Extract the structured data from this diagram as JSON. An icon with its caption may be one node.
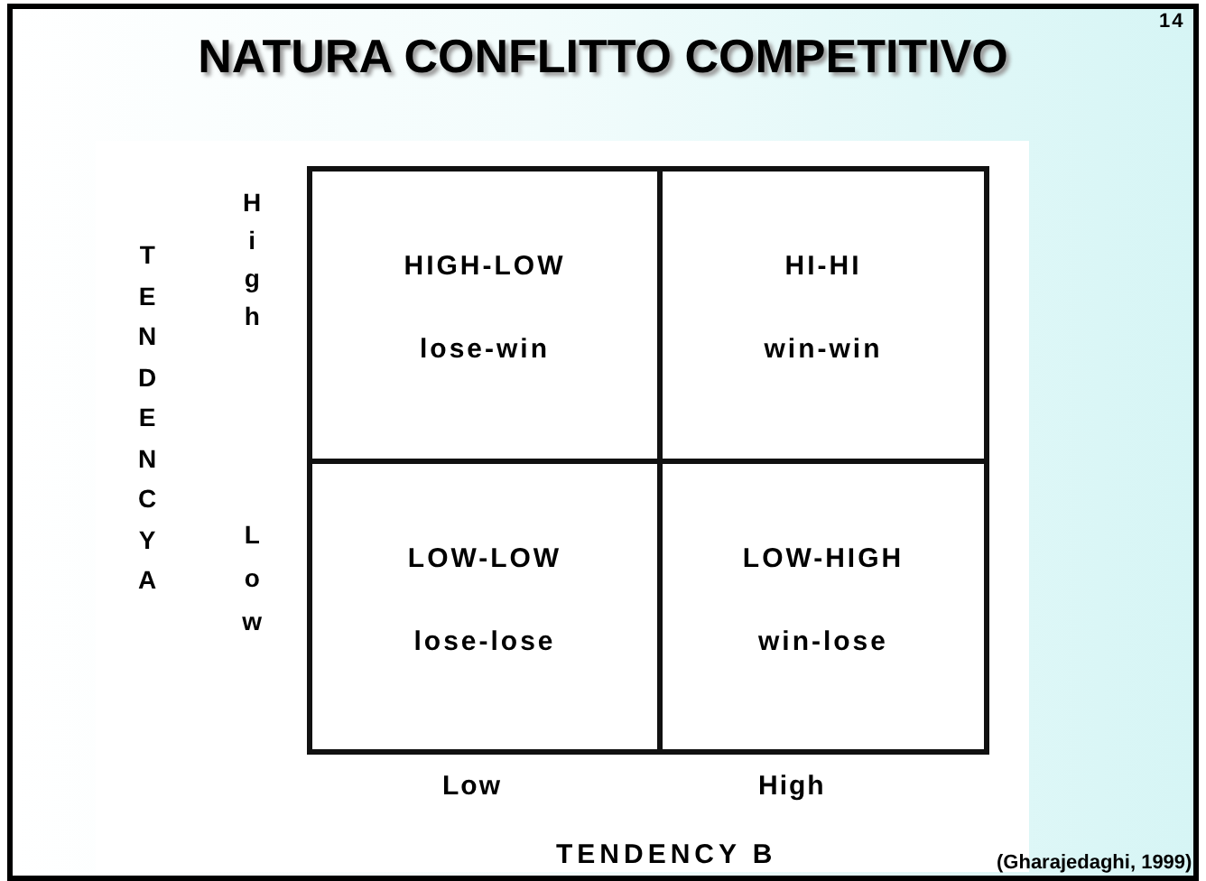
{
  "diagram": {
    "title": "NATURA CONFLITTO COMPETITIVO",
    "nodes": [
      {
        "text": [
          "HIGH-LOW",
          "lose-win"
        ]
      },
      {
        "text": [
          "HI-HI",
          "win-win"
        ]
      },
      {
        "text": [
          "LOW-LOW",
          "lose-lose"
        ]
      },
      {
        "text": [
          "LOW-HIGH",
          "win-lose"
        ]
      }
    ],
    "labels": [
      "14",
      "TENDENCY A",
      "High",
      "Low",
      "Low",
      "High",
      "TENDENCY B",
      "(Gharajedaghi, 1999)"
    ]
  }
}
